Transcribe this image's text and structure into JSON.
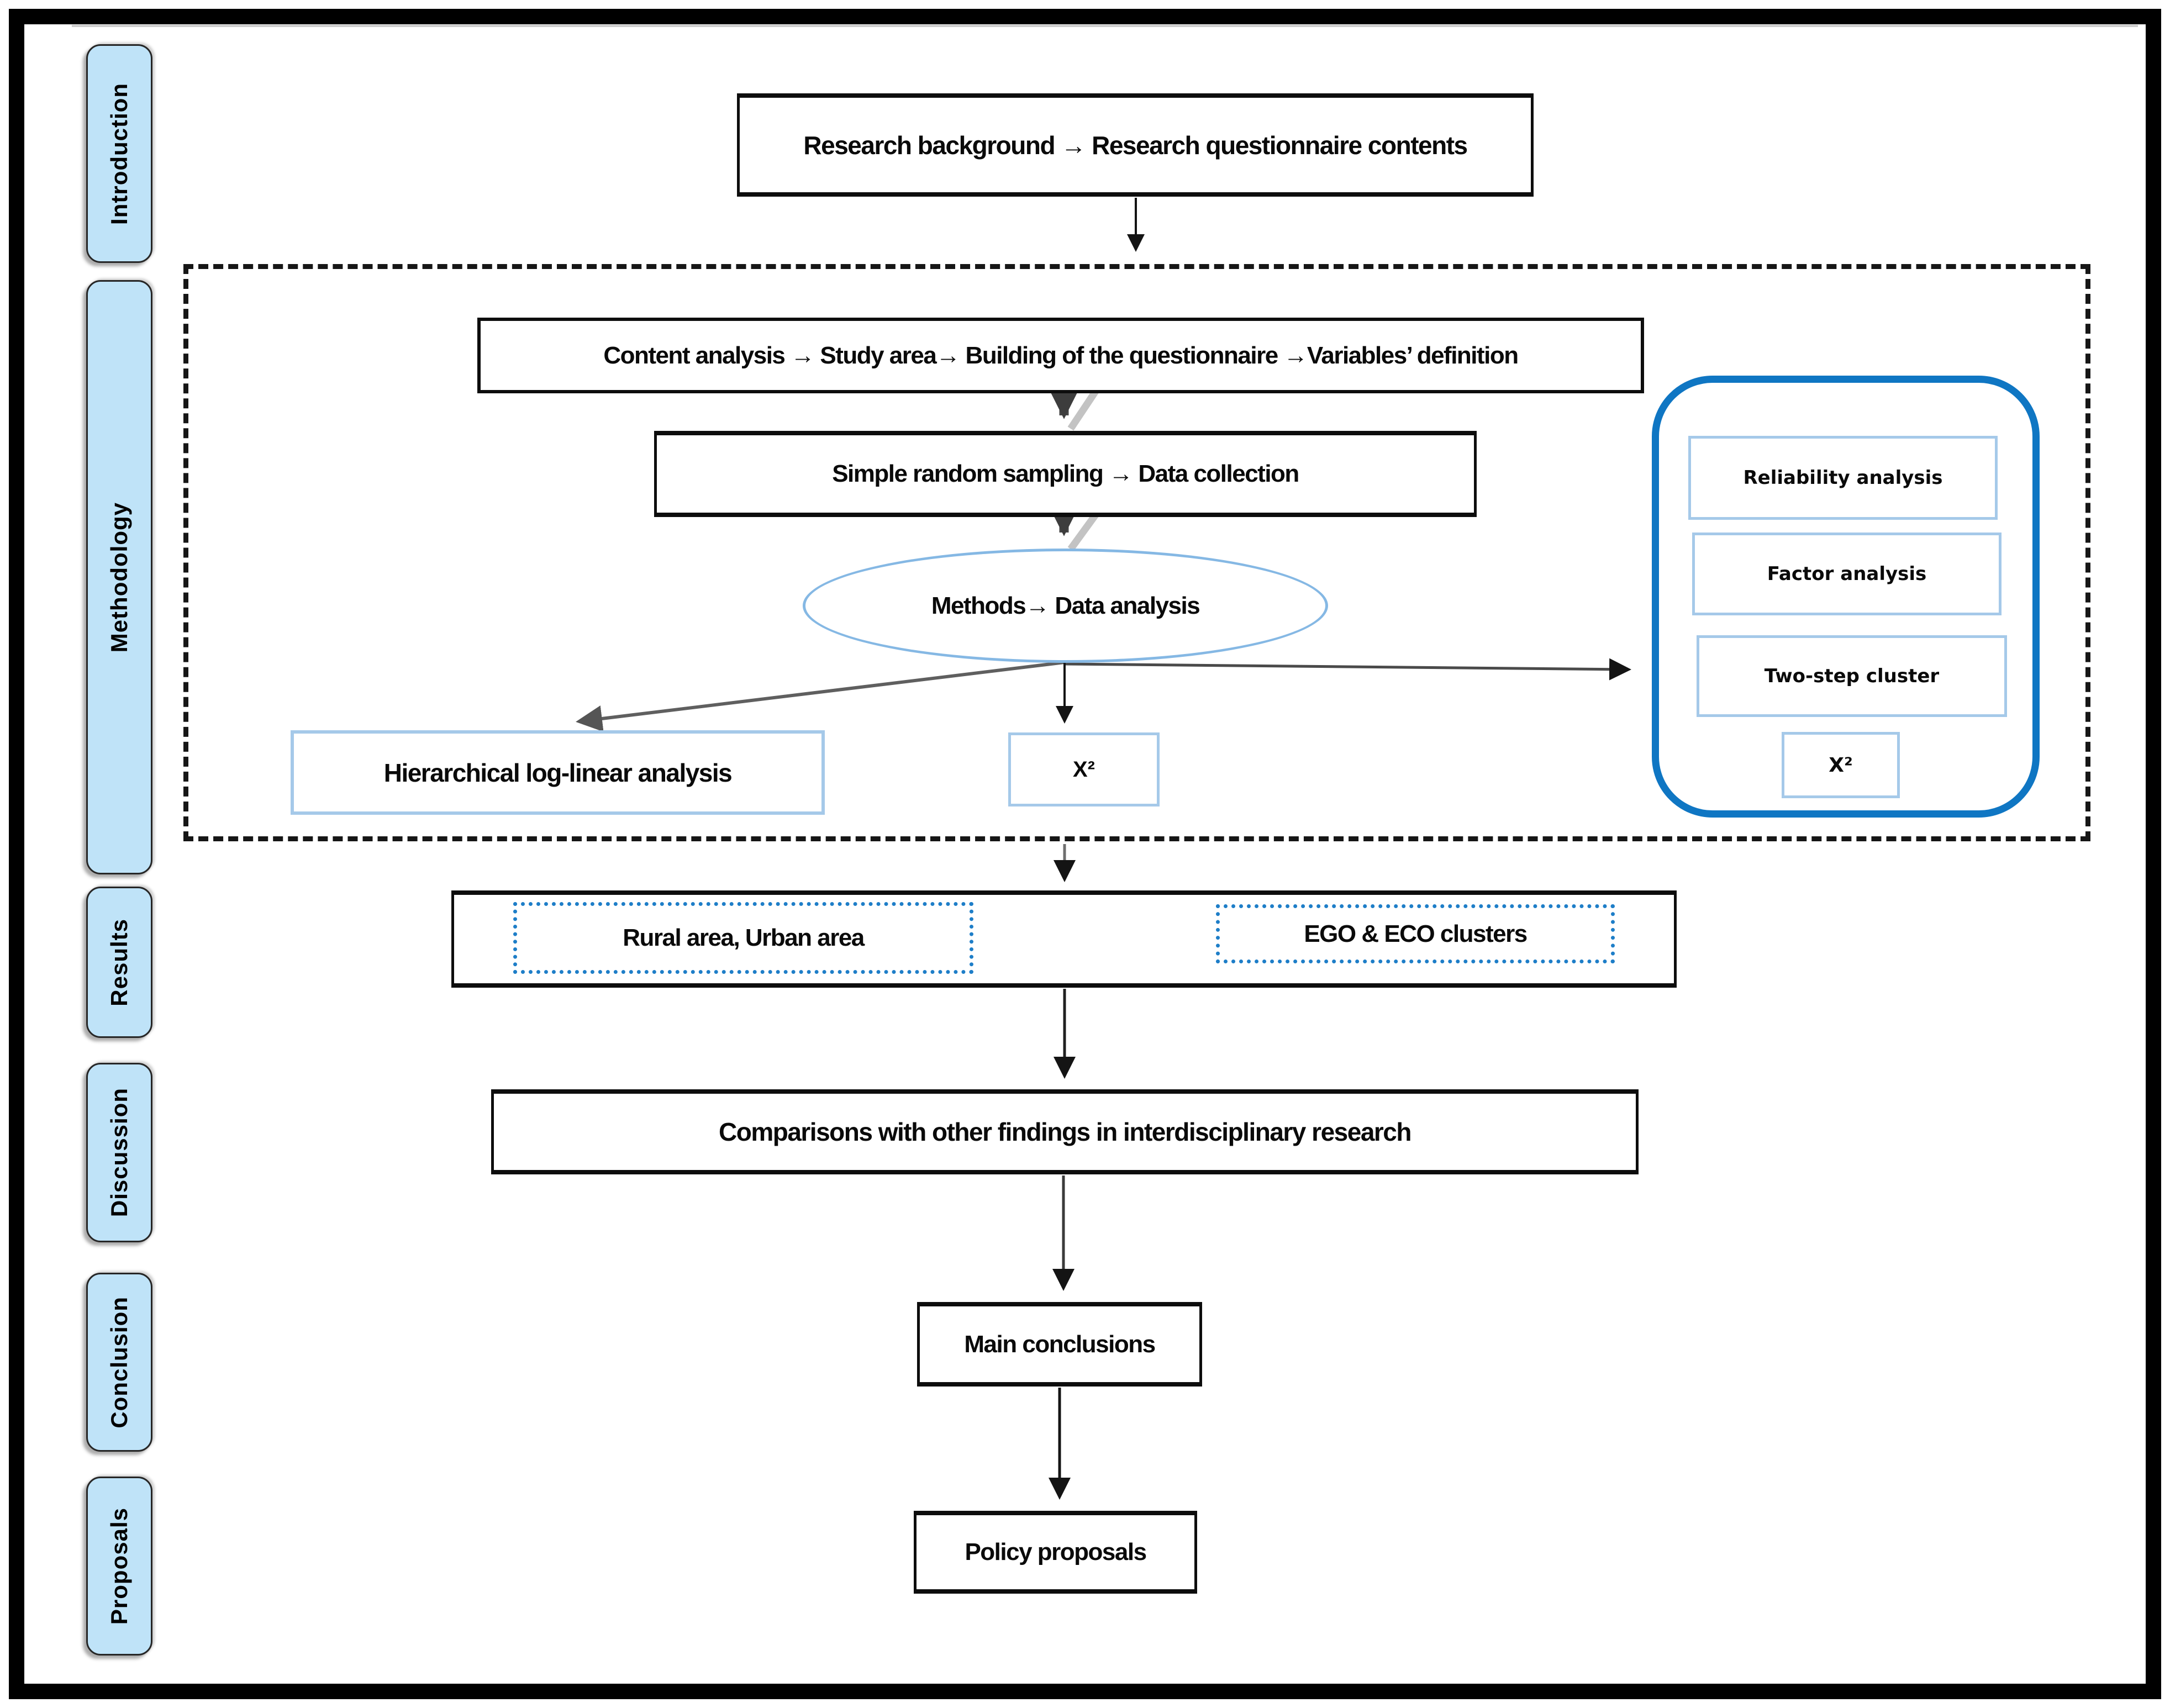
{
  "figure": {
    "sidebar": {
      "tabs": [
        {
          "label": "Introduction"
        },
        {
          "label": "Methodology"
        },
        {
          "label": "Results"
        },
        {
          "label": "Discussion"
        },
        {
          "label": "Conclusion"
        },
        {
          "label": "Proposals"
        }
      ]
    },
    "flow": {
      "research_box": "Research background → Research questionnaire contents",
      "content_box": "Content analysis → Study area→ Building of the questionnaire →Variables’ definition",
      "sampling_box": "Simple random sampling → Data collection",
      "methods_ellipse": "Methods→ Data analysis",
      "hierarchical_box": "Hierarchical log-linear analysis",
      "chi_square_box": "X²",
      "rural_box": "Rural area, Urban area",
      "ego_box": "EGO & ECO clusters",
      "comparisons_box": "Comparisons with other findings in interdisciplinary research",
      "conclusions_box": "Main conclusions",
      "policy_box": "Policy proposals"
    },
    "methods_panel": {
      "items": [
        {
          "label": "Reliability analysis"
        },
        {
          "label": "Factor analysis"
        },
        {
          "label": "Two-step cluster"
        },
        {
          "label": "X²"
        }
      ]
    },
    "colors": {
      "tab_fill": "#BFE3F8",
      "panel_border": "#0F76C3",
      "light_box_border": "#A5C9E9",
      "dotted_border": "#1E7EC8",
      "ellipse_border": "#85B8E4",
      "frame": "#000000"
    }
  }
}
